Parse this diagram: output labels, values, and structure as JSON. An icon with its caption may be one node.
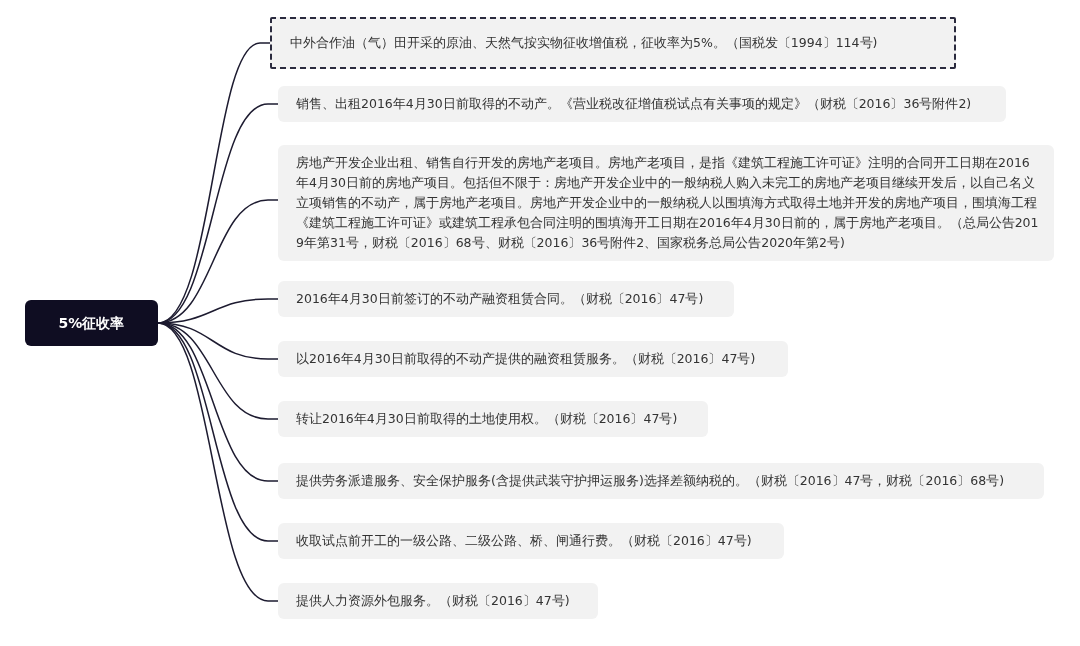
{
  "diagram": {
    "nodes": [
      {
        "text": [
          "5%征收率"
        ]
      },
      {
        "text": [
          "中外合作油（气）田开采的原油、天然气按实物征收增值税，征收率为5%。（国税发〔1994〕114号)"
        ]
      },
      {
        "text": [
          "销售、出租2016年4月30日前取得的不动产。《营业税改征增值税试点有关事项的规定》（财税〔2016〕36号附件2)"
        ]
      },
      {
        "text": [
          "房地产开发企业出租、销售自行开发的房地产老项目。房地产老项目，是指《建筑工程施工许可证》注明的合同开工日期在2016年4月30日前的房地产项目。包括但不限于：房地产开发企业中的一般纳税人购入未完工的房地产老项目继续开发后，以自己名义立项销售的不动产，属于房地产老项目。房地产开发企业中的一般纳税人以围填海方式取得土地并开发的房地产项目，围填海工程《建筑工程施工许可证》或建筑工程承包合同注明的围填海开工日期在2016年4月30日前的，属于房地产老项目。（总局公告2019年第31号，财税〔2016〕68号、财税〔2016〕36号附件2、国家税务总局公告2020年第2号)"
        ]
      },
      {
        "text": [
          "2016年4月30日前签订的不动产融资租赁合同。（财税〔2016〕47号)"
        ]
      },
      {
        "text": [
          "以2016年4月30日前取得的不动产提供的融资租赁服务。（财税〔2016〕47号)"
        ]
      },
      {
        "text": [
          "转让2016年4月30日前取得的土地使用权。（财税〔2016〕47号)"
        ]
      },
      {
        "text": [
          "提供劳务派遣服务、安全保护服务(含提供武装守护押运服务)选择差额纳税的。（财税〔2016〕47号，财税〔2016〕68号)"
        ]
      },
      {
        "text": [
          "收取试点前开工的一级公路、二级公路、桥、闸通行费。（财税〔2016〕47号)"
        ]
      },
      {
        "text": [
          "提供人力资源外包服务。（财税〔2016〕47号)"
        ]
      }
    ],
    "edges": [
      {
        "from": 0,
        "to": 1,
        "arrow": "none"
      },
      {
        "from": 0,
        "to": 2,
        "arrow": "none"
      },
      {
        "from": 0,
        "to": 3,
        "arrow": "none"
      },
      {
        "from": 0,
        "to": 4,
        "arrow": "none"
      },
      {
        "from": 0,
        "to": 5,
        "arrow": "none"
      },
      {
        "from": 0,
        "to": 6,
        "arrow": "none"
      },
      {
        "from": 0,
        "to": 7,
        "arrow": "none"
      },
      {
        "from": 0,
        "to": 8,
        "arrow": "none"
      },
      {
        "from": 0,
        "to": 9,
        "arrow": "none"
      }
    ]
  }
}
